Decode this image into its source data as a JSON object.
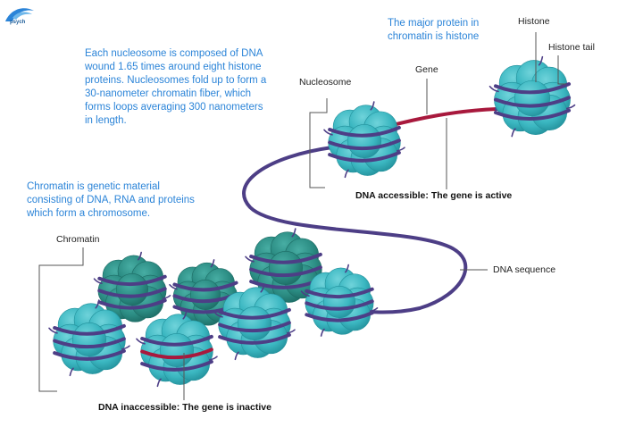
{
  "logo": {
    "text": "psych"
  },
  "annotations": {
    "nucleosome_note": [
      "Each nucleosome is composed of DNA",
      "wound 1.65 times around eight histone",
      "proteins. Nucleosomes fold up to form a",
      "30-nanometer chromatin fiber, which",
      "forms loops averaging 300 nanometers",
      "in length."
    ],
    "histone_note": [
      "The major protein in",
      "chromatin is histone"
    ],
    "chromatin_note": [
      "Chromatin is genetic material",
      "consisting of DNA, RNA and proteins",
      "which form a chromosome."
    ]
  },
  "labels": {
    "histone": "Histone",
    "histone_tail": "Histone tail",
    "gene": "Gene",
    "nucleosome": "Nucleosome",
    "chromatin": "Chromatin",
    "dna_sequence": "DNA sequence"
  },
  "captions": {
    "accessible": "DNA accessible: The gene is active",
    "inaccessible": "DNA inaccessible: The gene is inactive"
  },
  "colors": {
    "histone_teal": "#3bb7c1",
    "histone_teal_dark": "#2a8f99",
    "histone_back": "#2c8d84",
    "dna_purple": "#4d3e86",
    "gene_red": "#a8193d",
    "annotation_blue": "#2b84d8",
    "leader_line": "#555555"
  }
}
